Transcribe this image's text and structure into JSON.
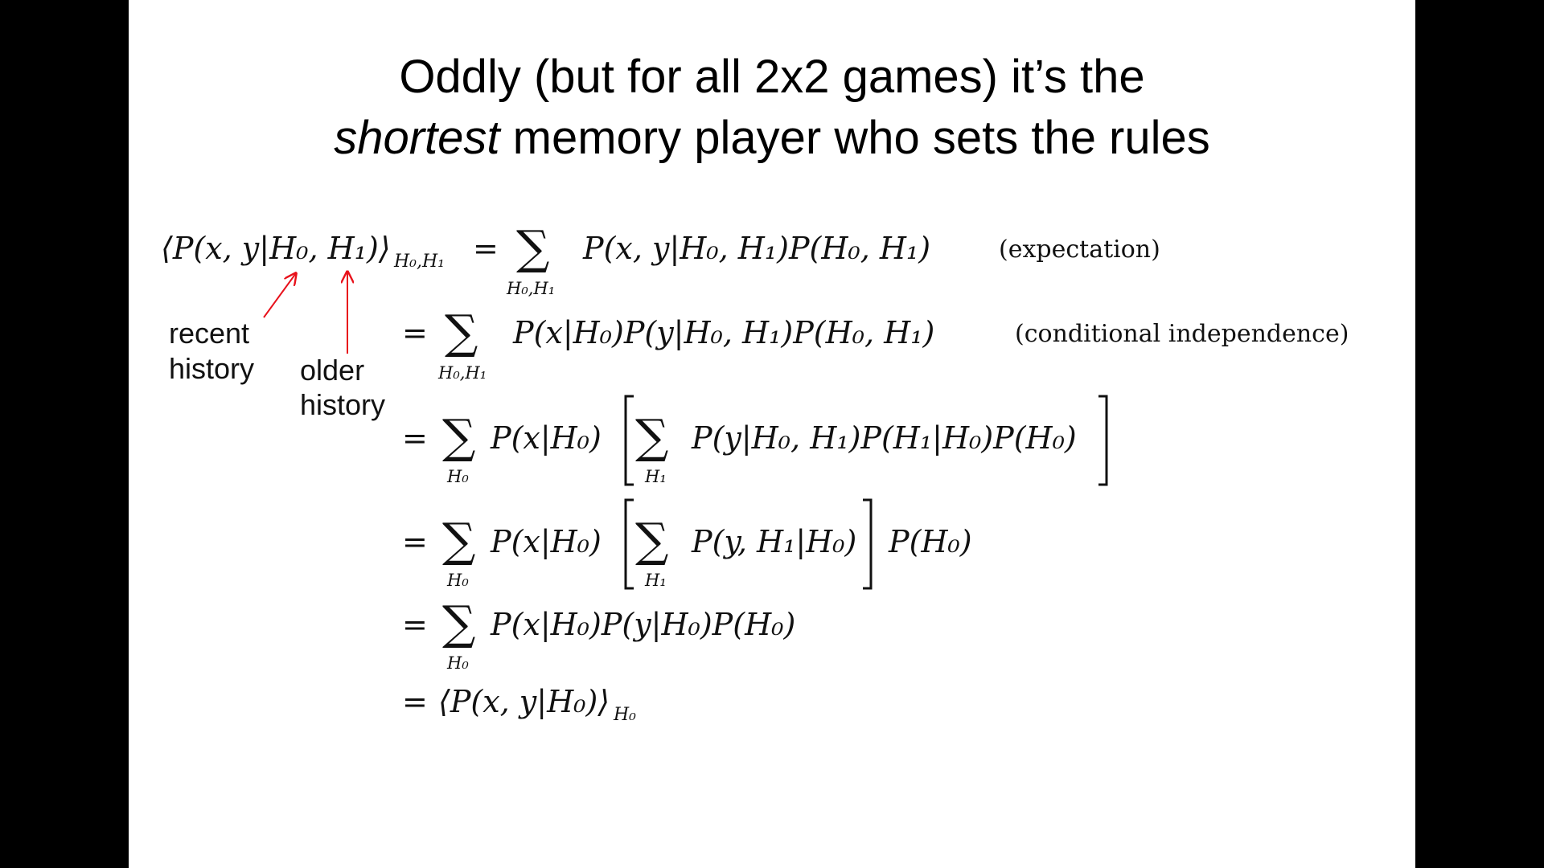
{
  "slide": {
    "title_line1": "Oddly (but for all 2x2 games) it’s the",
    "title_line2_italic": "shortest",
    "title_line2_rest": " memory player who sets the rules"
  },
  "annotations": {
    "recent_line1": "recent",
    "recent_line2": "history",
    "older_line1": "older",
    "older_line2": "history",
    "color": "#e8111b"
  },
  "equations": {
    "row1": {
      "lhs": "⟨P(x, y|H₀, H₁)⟩",
      "lhs_sub": "H₀,H₁",
      "sum_sub": "H₀,H₁",
      "expr": "P(x, y|H₀, H₁)P(H₀, H₁)",
      "note": "(expectation)"
    },
    "row2": {
      "sum_sub": "H₀,H₁",
      "expr": "P(x|H₀)P(y|H₀, H₁)P(H₀, H₁)",
      "note": "(conditional independence)"
    },
    "row3": {
      "sum_sub": "H₀",
      "expr_outer": "P(x|H₀)",
      "inner_sub": "H₁",
      "expr_inner": "P(y|H₀, H₁)P(H₁|H₀)P(H₀)"
    },
    "row4": {
      "sum_sub": "H₀",
      "expr_outer": "P(x|H₀)",
      "inner_sub": "H₁",
      "expr_inner": "P(y, H₁|H₀)",
      "expr_after": "P(H₀)"
    },
    "row5": {
      "sum_sub": "H₀",
      "expr": "P(x|H₀)P(y|H₀)P(H₀)"
    },
    "row6": {
      "expr": "⟨P(x, y|H₀)⟩",
      "expr_sub": "H₀"
    },
    "equals": "=",
    "sigma": "∑"
  }
}
